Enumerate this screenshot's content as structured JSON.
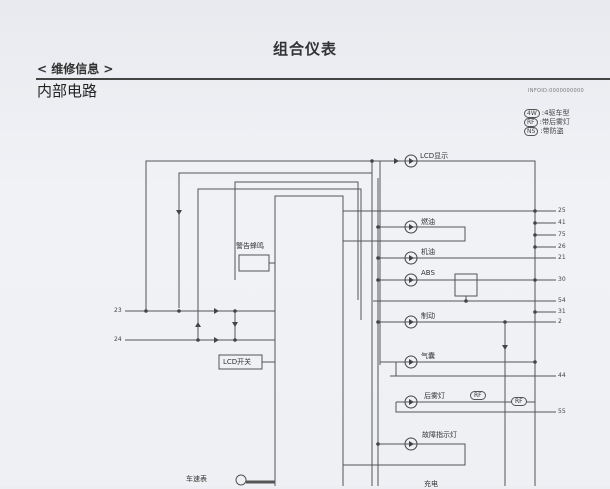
{
  "header": {
    "title": "组合仪表",
    "breadcrumb": "< 维修信息 >",
    "section": "内部电路",
    "doc_id": "INFOID:0000000000"
  },
  "legend": [
    {
      "tag": "4W",
      "text": ":4驱车型"
    },
    {
      "tag": "RF",
      "text": ":带后雾灯"
    },
    {
      "tag": "NS",
      "text": ":带防盗"
    }
  ],
  "diagram": {
    "components": {
      "lcd_display": "LCD显示",
      "fuel": "燃油",
      "oil": "机油",
      "abs": "ABS",
      "brake": "制动",
      "airbag": "气囊",
      "rear_fog": "后雾灯",
      "rear_fog_tag": "RF",
      "malfunction": "故障指示灯",
      "charging": "充电",
      "warning_buzzer": "警告蜂鸣",
      "lcd_switch": "LCD开关",
      "speedometer": "车速表"
    },
    "right_pins": [
      "25",
      "41",
      "75",
      "26",
      "21",
      "30",
      "54",
      "31",
      "2",
      "44",
      "55"
    ],
    "left_pins": [
      "23",
      "24"
    ]
  }
}
